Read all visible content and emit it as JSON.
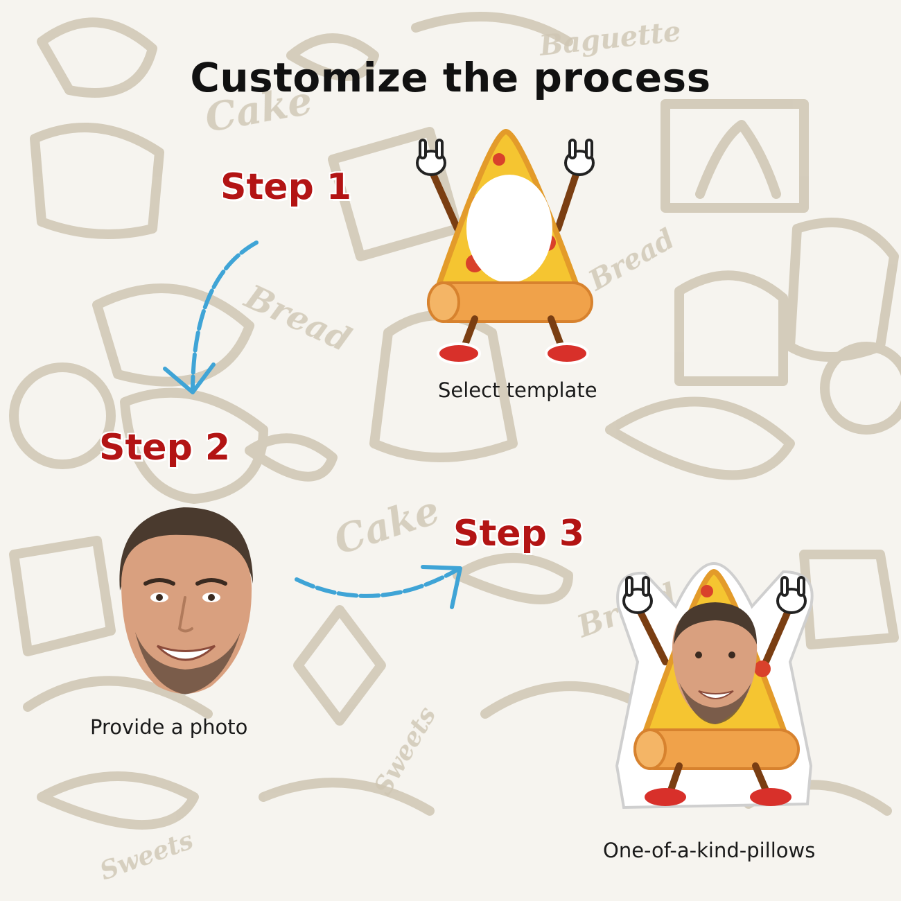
{
  "title": "Customize the process",
  "steps": [
    {
      "label": "Step 1",
      "caption": "Select template"
    },
    {
      "label": "Step 2",
      "caption": "Provide a photo"
    },
    {
      "label": "Step 3",
      "caption": "One-of-a-kind-pillows"
    }
  ],
  "background_words": [
    "Baguette",
    "Cake",
    "Bread",
    "Bread",
    "Cake",
    "Bread",
    "Sweets",
    "Sweets"
  ],
  "colors": {
    "title": "#111111",
    "step": "#b31414",
    "arrow": "#3fa4d6",
    "pattern": "#b9ae97",
    "background": "#f6f4ef"
  },
  "icons": [
    "pizza-mascot-template",
    "face-photo",
    "pizza-pillow-result",
    "curved-arrow-down",
    "curved-arrow-right"
  ]
}
